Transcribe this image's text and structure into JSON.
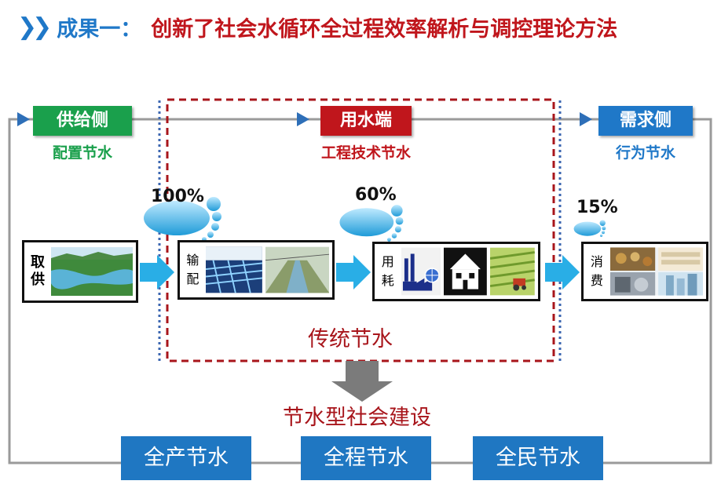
{
  "title": {
    "prefix": "成果一：",
    "main": "创新了社会水循环全过程效率解析与调控理论方法"
  },
  "stages": [
    {
      "tag": "供给侧",
      "sub": "配置节水",
      "color": "#1aa04c"
    },
    {
      "tag": "用水端",
      "sub": "工程技术节水",
      "color": "#c0161c"
    },
    {
      "tag": "需求侧",
      "sub": "行为节水",
      "color": "#1f78c8"
    }
  ],
  "percentages": [
    "100%",
    "60%",
    "15%"
  ],
  "boxes": {
    "supply": [
      "取",
      "供"
    ],
    "transport": [
      "输",
      "配"
    ],
    "use": [
      "用",
      "耗"
    ],
    "consume": [
      "消",
      "费"
    ]
  },
  "traditional_label": "传统节水",
  "society_label": "节水型社会建设",
  "bottom_buttons": [
    "全产节水",
    "全程节水",
    "全民节水"
  ],
  "colors": {
    "blue": "#1f78c8",
    "red": "#c0161c",
    "green": "#1aa04c",
    "arrow": "#29aee6",
    "loop": "#9a9a9a"
  }
}
